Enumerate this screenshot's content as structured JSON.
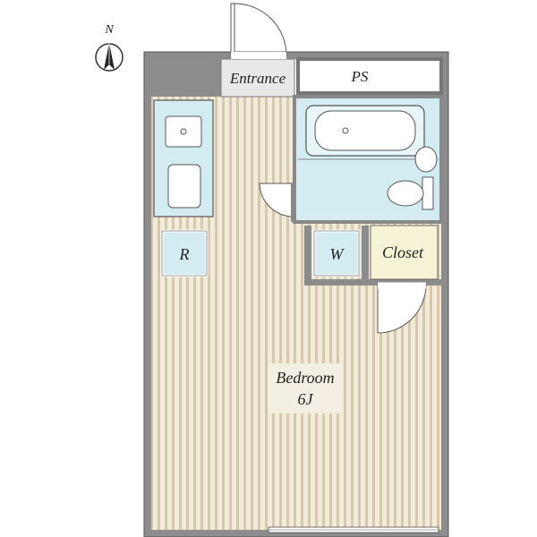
{
  "compass": {
    "north_label": "N",
    "icon": "north-arrow-icon"
  },
  "rooms": {
    "entrance": "Entrance",
    "ps": "PS",
    "refrigerator": "R",
    "washer": "W",
    "closet": "Closet",
    "bedroom_name": "Bedroom",
    "bedroom_size": "6J"
  },
  "fixtures": {
    "kitchen": [
      "sink-icon",
      "stove-icon"
    ],
    "bathroom": [
      "bathtub-icon",
      "washbasin-icon",
      "toilet-icon"
    ]
  },
  "colors": {
    "wall": "#8c8c8c",
    "wall_dark": "#555555",
    "wet_area": "#d3ecf2",
    "floor_light": "#f2ebdb",
    "floor_stripe": "#cfc2a8",
    "closet": "#f7f2d6",
    "label_bg": "#f3efe2"
  }
}
